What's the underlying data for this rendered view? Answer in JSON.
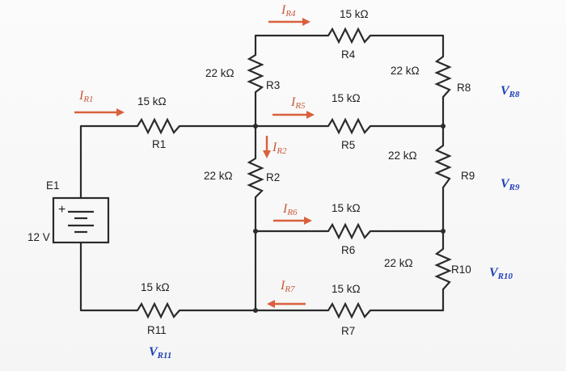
{
  "colors": {
    "wire": "#2b2b2b",
    "current_arrow": "#d9603d",
    "current_label": "#c85a3c",
    "voltage_label": "#1f3fb8"
  },
  "source": {
    "name": "E1",
    "voltage": "12 V",
    "polarity": "+"
  },
  "resistors": {
    "R1": {
      "name": "R1",
      "value": "15 kΩ"
    },
    "R3": {
      "name": "R3",
      "value": "22 kΩ"
    },
    "R2": {
      "name": "R2",
      "value": "22 kΩ"
    },
    "R4": {
      "name": "R4",
      "value": "15 kΩ"
    },
    "R5": {
      "name": "R5",
      "value": "15 kΩ"
    },
    "R6": {
      "name": "R6",
      "value": "15 kΩ"
    },
    "R7": {
      "name": "R7",
      "value": "15 kΩ"
    },
    "R8": {
      "name": "R8",
      "value": "22 kΩ"
    },
    "R9": {
      "name": "R9",
      "value": "22 kΩ"
    },
    "R10": {
      "name": "R10",
      "value": "22 kΩ"
    },
    "R11": {
      "name": "R11",
      "value": "15 kΩ"
    }
  },
  "currents": {
    "IR1": {
      "main": "I",
      "sub": "R1"
    },
    "IR2": {
      "main": "I",
      "sub": "R2"
    },
    "IR4": {
      "main": "I",
      "sub": "R4"
    },
    "IR5": {
      "main": "I",
      "sub": "R5"
    },
    "IR6": {
      "main": "I",
      "sub": "R6"
    },
    "IR7": {
      "main": "I",
      "sub": "R7"
    }
  },
  "voltages": {
    "VR8": {
      "main": "V",
      "sub": "R8"
    },
    "VR9": {
      "main": "V",
      "sub": "R9"
    },
    "VR10": {
      "main": "V",
      "sub": "R10"
    },
    "VR11": {
      "main": "V",
      "sub": "R11"
    }
  }
}
